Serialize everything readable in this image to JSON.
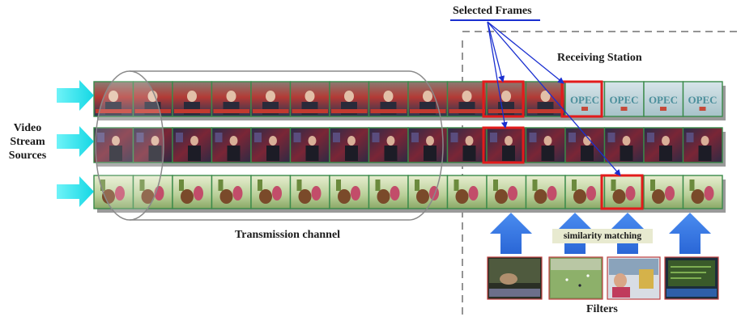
{
  "labels": {
    "selected_frames": "Selected Frames",
    "receiving_station": "Receiving Station",
    "sources_line1": "Video",
    "sources_line2": "Stream",
    "sources_line3": "Sources",
    "transmission_channel": "Transmission channel",
    "similarity_matching": "similarity matching",
    "filters": "Filters"
  },
  "streams": [
    {
      "name": "news",
      "frame_count": 16,
      "border_color": "#3a8a4a",
      "theme": "news-anchor"
    },
    {
      "name": "talkshow",
      "frame_count": 16,
      "border_color": "#3a8a4a",
      "theme": "studio"
    },
    {
      "name": "cartoon",
      "frame_count": 16,
      "border_color": "#3a8a4a",
      "theme": "cartoon"
    }
  ],
  "opec_text": "OPEC",
  "filter_thumbnails": [
    "movie-scene",
    "soccer-field",
    "news-reporter",
    "sports-scoreboard"
  ],
  "colors": {
    "arrow_cyan": "#22e4ee",
    "highlight_red": "#e21b1b",
    "pointer_blue": "#1a2fd0",
    "up_arrow_blue": "#2f6fdf",
    "film_green": "#3a8a4a"
  }
}
